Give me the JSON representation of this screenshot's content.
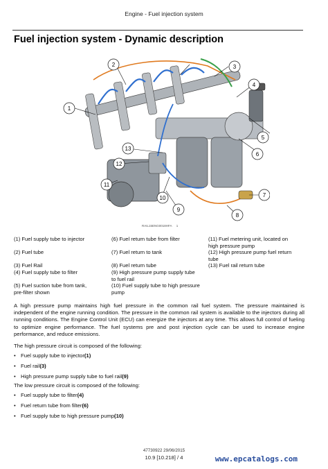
{
  "header": {
    "running_head": "Engine - Fuel injection system",
    "title": "Fuel injection system - Dynamic description"
  },
  "figure": {
    "code": "RAIL15ENG0018HFA",
    "caption_number": "1",
    "callouts": [
      "1",
      "2",
      "3",
      "4",
      "5",
      "6",
      "7",
      "8",
      "9",
      "10",
      "11",
      "12",
      "13"
    ]
  },
  "legend": {
    "rows": [
      [
        "(1) Fuel supply tube to injector",
        "(6) Fuel return tube from filter",
        "(11) Fuel metering unit, located on"
      ],
      [
        "",
        "",
        "high pressure pump"
      ],
      [
        "(2) Fuel tube",
        "(7) Fuel return to tank",
        "(12) High pressure pump fuel return"
      ],
      [
        "",
        "",
        "tube"
      ],
      [
        "(3) Fuel Rail",
        "(8) Fuel return tube",
        "(13) Fuel rail return tube"
      ],
      [
        "(4) Fuel supply tube to filter",
        "(9) High pressure pump supply tube",
        ""
      ],
      [
        "",
        "to fuel rail",
        ""
      ],
      [
        "(5) Fuel suction tube from tank,",
        "(10) Fuel supply tube to high pressure",
        ""
      ],
      [
        "pre-filter shown",
        "pump",
        ""
      ]
    ]
  },
  "body": {
    "paragraph": "A high pressure pump maintains high fuel pressure in the common rail fuel system. The pressure maintained is independent of the engine running condition. The pressure in the common rail system is available to the injectors during all running conditions. The Engine Control Unit (ECU) can energize the injectors at any time. This allows full control of fueling to optimize engine performance. The fuel systems pre and post injection cycle can be used to increase engine performance, and reduce emissions.",
    "high_intro": "The high pressure circuit is composed of the following:",
    "high_items": [
      {
        "text": "Fuel supply tube to injector ",
        "ref": "(1)"
      },
      {
        "text": "Fuel rail ",
        "ref": "(3)"
      },
      {
        "text": "High pressure pump supply tube to fuel rail ",
        "ref": "(9)"
      }
    ],
    "low_intro": "The low pressure circuit is composed of the following:",
    "low_items": [
      {
        "text": "Fuel supply tube to filter ",
        "ref": "(4)"
      },
      {
        "text": "Fuel return tube from filter ",
        "ref": "(6)"
      },
      {
        "text": "Fuel supply tube to high pressure pump ",
        "ref": "(10)"
      }
    ],
    "bullet": "•"
  },
  "footer": {
    "doc_info": "47730922 29/06/2015",
    "page_number": "10.9 [10.218] / 4",
    "watermark": "www.epcatalogs.com"
  },
  "colors": {
    "fuel_blue": "#2f6fcf",
    "fuel_orange": "#e07a1f",
    "fuel_green": "#3aa04a",
    "metal": "#9aa0a6",
    "watermark": "#2b4f9e"
  }
}
